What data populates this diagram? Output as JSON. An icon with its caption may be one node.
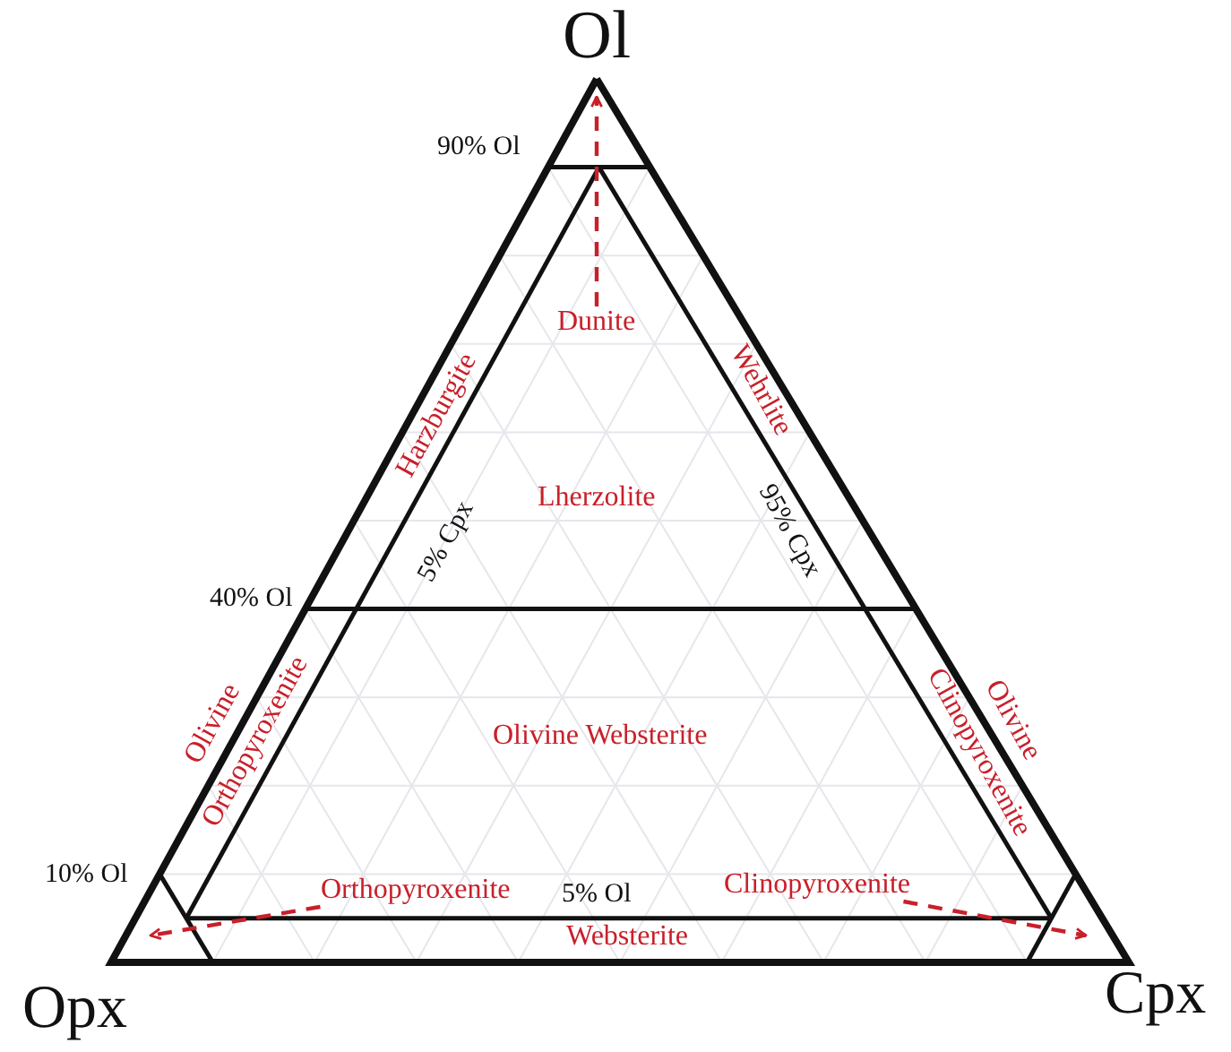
{
  "diagram": {
    "nodes": [
      {
        "text": [
          "Dunite"
        ]
      },
      {
        "text": [
          "Orthopyroxenite"
        ]
      },
      {
        "text": [
          "Clinopyroxenite"
        ]
      }
    ],
    "edges": [
      {
        "from": 0,
        "to": null,
        "arrow": "to",
        "style": "dashed",
        "color": "#c8202a"
      },
      {
        "from": 1,
        "to": null,
        "arrow": "to",
        "style": "dashed",
        "color": "#c8202a"
      },
      {
        "from": 2,
        "to": null,
        "arrow": "to",
        "style": "dashed",
        "color": "#c8202a"
      }
    ],
    "labels": [
      "Ol",
      "90% Ol",
      "Harzburgite",
      "Wehrlite",
      "Lherzolite",
      "5% Cpx",
      "95% Cpx",
      "40% Ol",
      "Olivine",
      "Orthopyroxenite",
      "Olivine Websterite",
      "Clinopyroxenite",
      "Olivine",
      "10% Ol",
      "5% Ol",
      "Websterite",
      "Opx",
      "Cpx"
    ]
  }
}
